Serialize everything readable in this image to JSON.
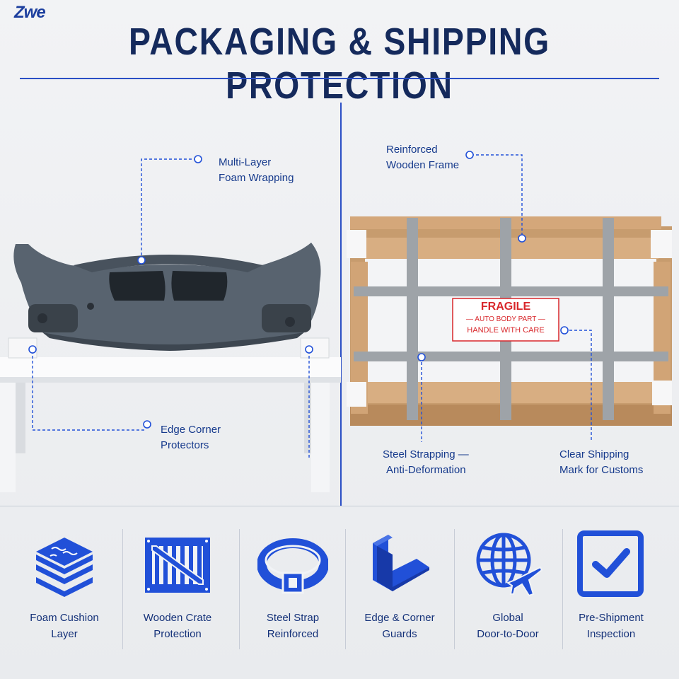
{
  "brand": {
    "logo": "Zwe"
  },
  "header": {
    "title": "PACKAGING & SHIPPING PROTECTION"
  },
  "left_panel": {
    "callouts": {
      "foam": [
        "Multi-Layer",
        "Foam Wrapping"
      ],
      "corner": [
        "Edge Corner",
        "Protectors"
      ]
    }
  },
  "right_panel": {
    "callouts": {
      "frame": [
        "Reinforced",
        "Wooden Frame"
      ],
      "strap": [
        "Steel Strapping —",
        "Anti-Deformation"
      ],
      "mark": [
        "Clear Shipping",
        "Mark for Customs"
      ]
    },
    "label": {
      "line1": "FRAGILE",
      "line2": "— AUTO BODY PART —",
      "line3": "HANDLE WITH CARE"
    }
  },
  "features": [
    {
      "icon": "foam-layers-icon",
      "line1": "Foam Cushion",
      "line2": "Layer"
    },
    {
      "icon": "wooden-crate-icon",
      "line1": "Wooden Crate",
      "line2": "Protection"
    },
    {
      "icon": "steel-strap-icon",
      "line1": "Steel Strap",
      "line2": "Reinforced"
    },
    {
      "icon": "corner-guard-icon",
      "line1": "Edge & Corner",
      "line2": "Guards"
    },
    {
      "icon": "globe-plane-icon",
      "line1": "Global",
      "line2": "Door-to-Door"
    },
    {
      "icon": "checkbox-icon",
      "line1": "Pre-Shipment",
      "line2": "Inspection"
    }
  ],
  "colors": {
    "accent": "#2150d8",
    "title": "#152a5c",
    "label_red": "#d8262a"
  }
}
